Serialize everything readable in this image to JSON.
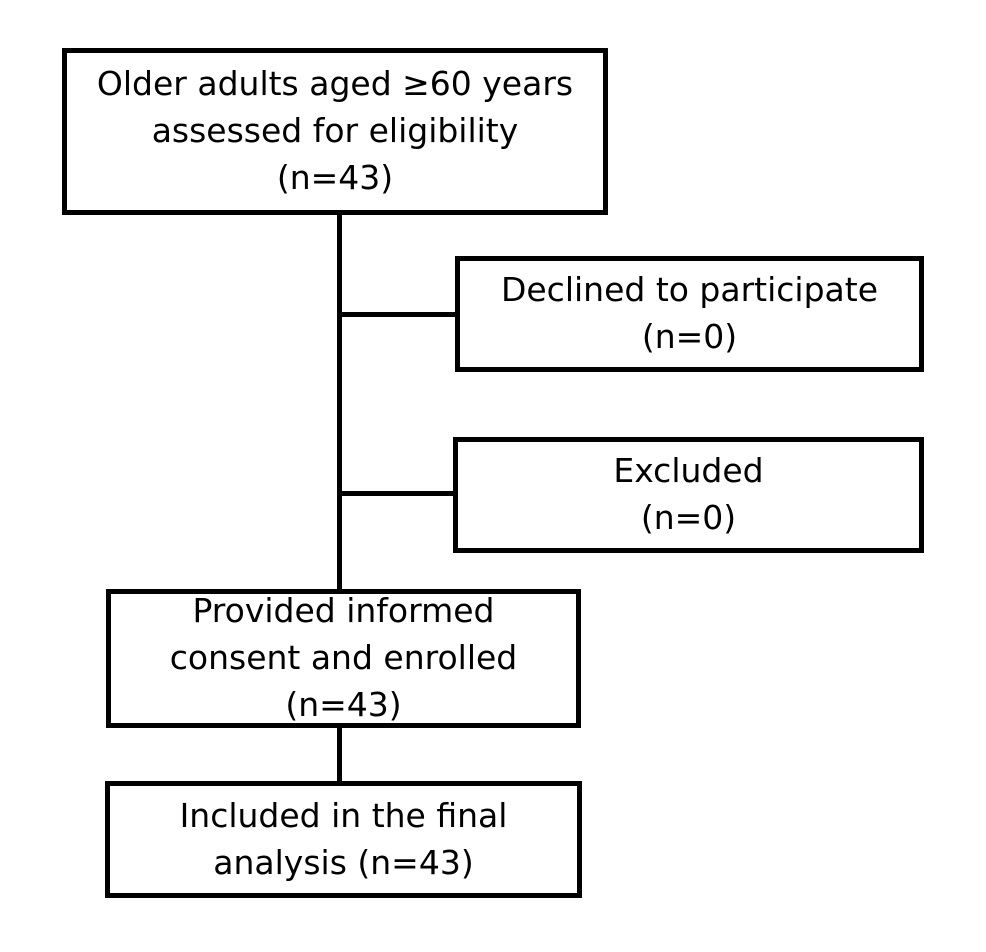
{
  "flowchart": {
    "background_color": "#ffffff",
    "line_color": "#000000",
    "text_color": "#000000",
    "boxes": {
      "eligibility": {
        "text": "Older adults aged ≥60 years\nassessed for eligibility\n(n=43)"
      },
      "declined": {
        "text": "Declined to participate\n(n=0)"
      },
      "excluded": {
        "text": "Excluded\n(n=0)"
      },
      "consent": {
        "text": "Provided informed\nconsent and enrolled\n(n=43)"
      },
      "final_analysis": {
        "text": "Included in the final\nanalysis (n=43)"
      }
    }
  }
}
